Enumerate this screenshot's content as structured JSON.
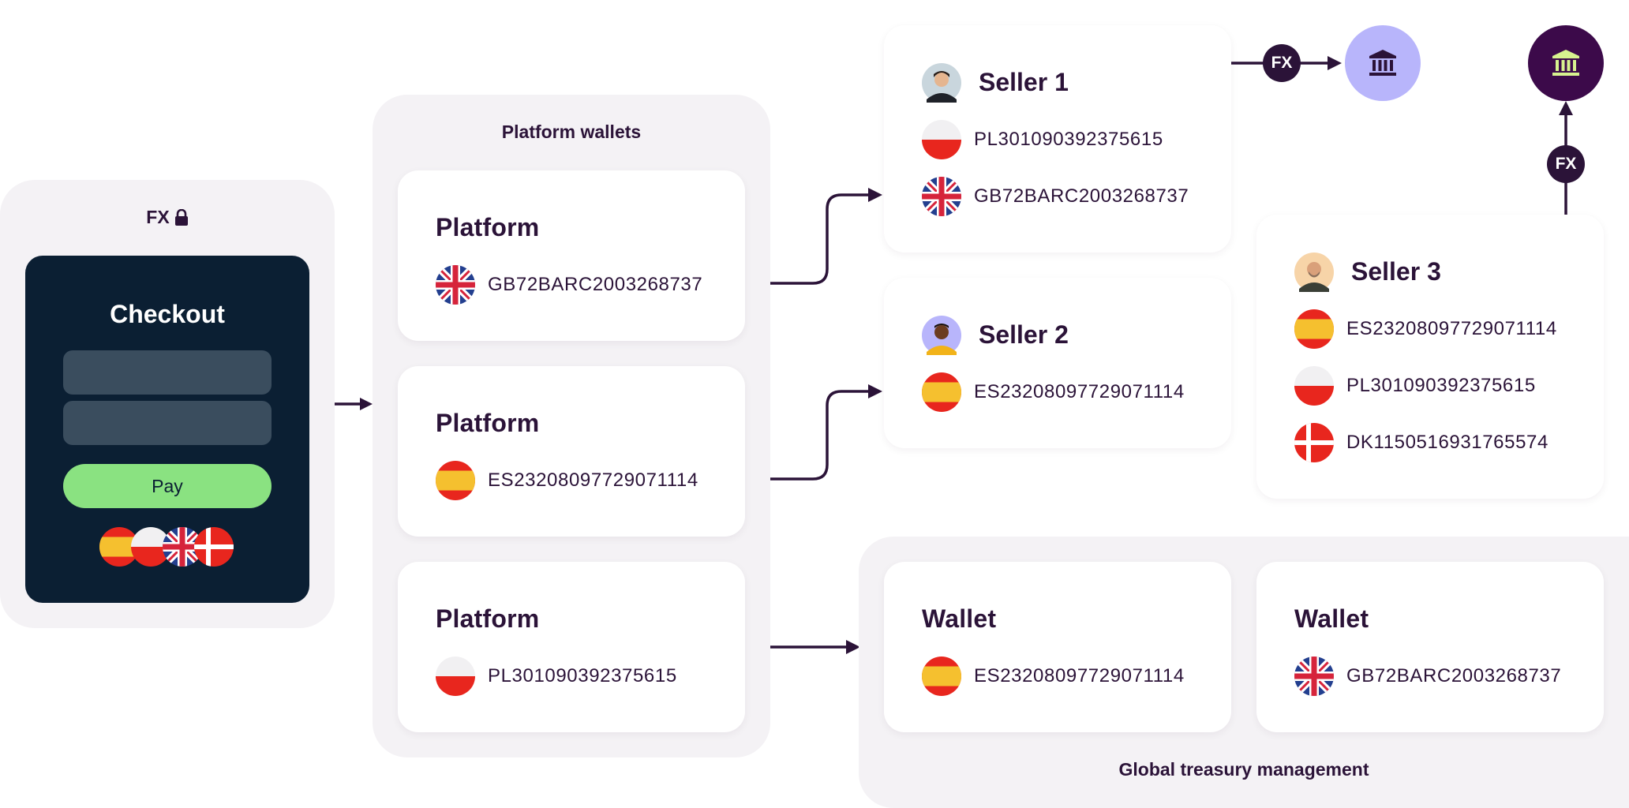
{
  "colors": {
    "ink": "#2b1338",
    "panel": "#f4f2f5",
    "checkout_bg": "#0b1f33",
    "pay_green": "#8ae281",
    "bank_light": "#b8b5fb",
    "bank_dark": "#3c0a4a",
    "bank_icon_light": "#2b1338",
    "bank_icon_dark": "#d7f28f"
  },
  "checkout_panel": {
    "label": "FX",
    "lock_icon": "lock-icon",
    "title": "Checkout",
    "pay_label": "Pay",
    "flags": [
      "es",
      "pl",
      "gb",
      "dk"
    ]
  },
  "platform_wallets": {
    "label": "Platform wallets",
    "cards": [
      {
        "title": "Platform",
        "flag": "gb",
        "account": "GB72BARC2003268737"
      },
      {
        "title": "Platform",
        "flag": "es",
        "account": "ES2320809772907 1114"
      },
      {
        "title": "Platform",
        "flag": "pl",
        "account": "PL301090392375615"
      }
    ]
  },
  "sellers": [
    {
      "title": "Seller 1",
      "accounts": [
        {
          "flag": "pl",
          "account": "PL301090392375615"
        },
        {
          "flag": "gb",
          "account": "GB72BARC2003268737"
        }
      ]
    },
    {
      "title": "Seller 2",
      "accounts": [
        {
          "flag": "es",
          "account": "ES23208097729071114"
        }
      ]
    },
    {
      "title": "Seller 3",
      "accounts": [
        {
          "flag": "es",
          "account": "ES23208097729071114"
        },
        {
          "flag": "pl",
          "account": "PL301090392375615"
        },
        {
          "flag": "dk",
          "account": "DK1150516931765574"
        }
      ]
    }
  ],
  "treasury": {
    "label": "Global treasury management",
    "wallets": [
      {
        "title": "Wallet",
        "flag": "es",
        "account": "ES23208097729071114"
      },
      {
        "title": "Wallet",
        "flag": "gb",
        "account": "GB72BARC2003268737"
      }
    ]
  },
  "fx_badges": [
    "FX",
    "FX"
  ],
  "banks": [
    "bank-icon",
    "bank-icon"
  ]
}
